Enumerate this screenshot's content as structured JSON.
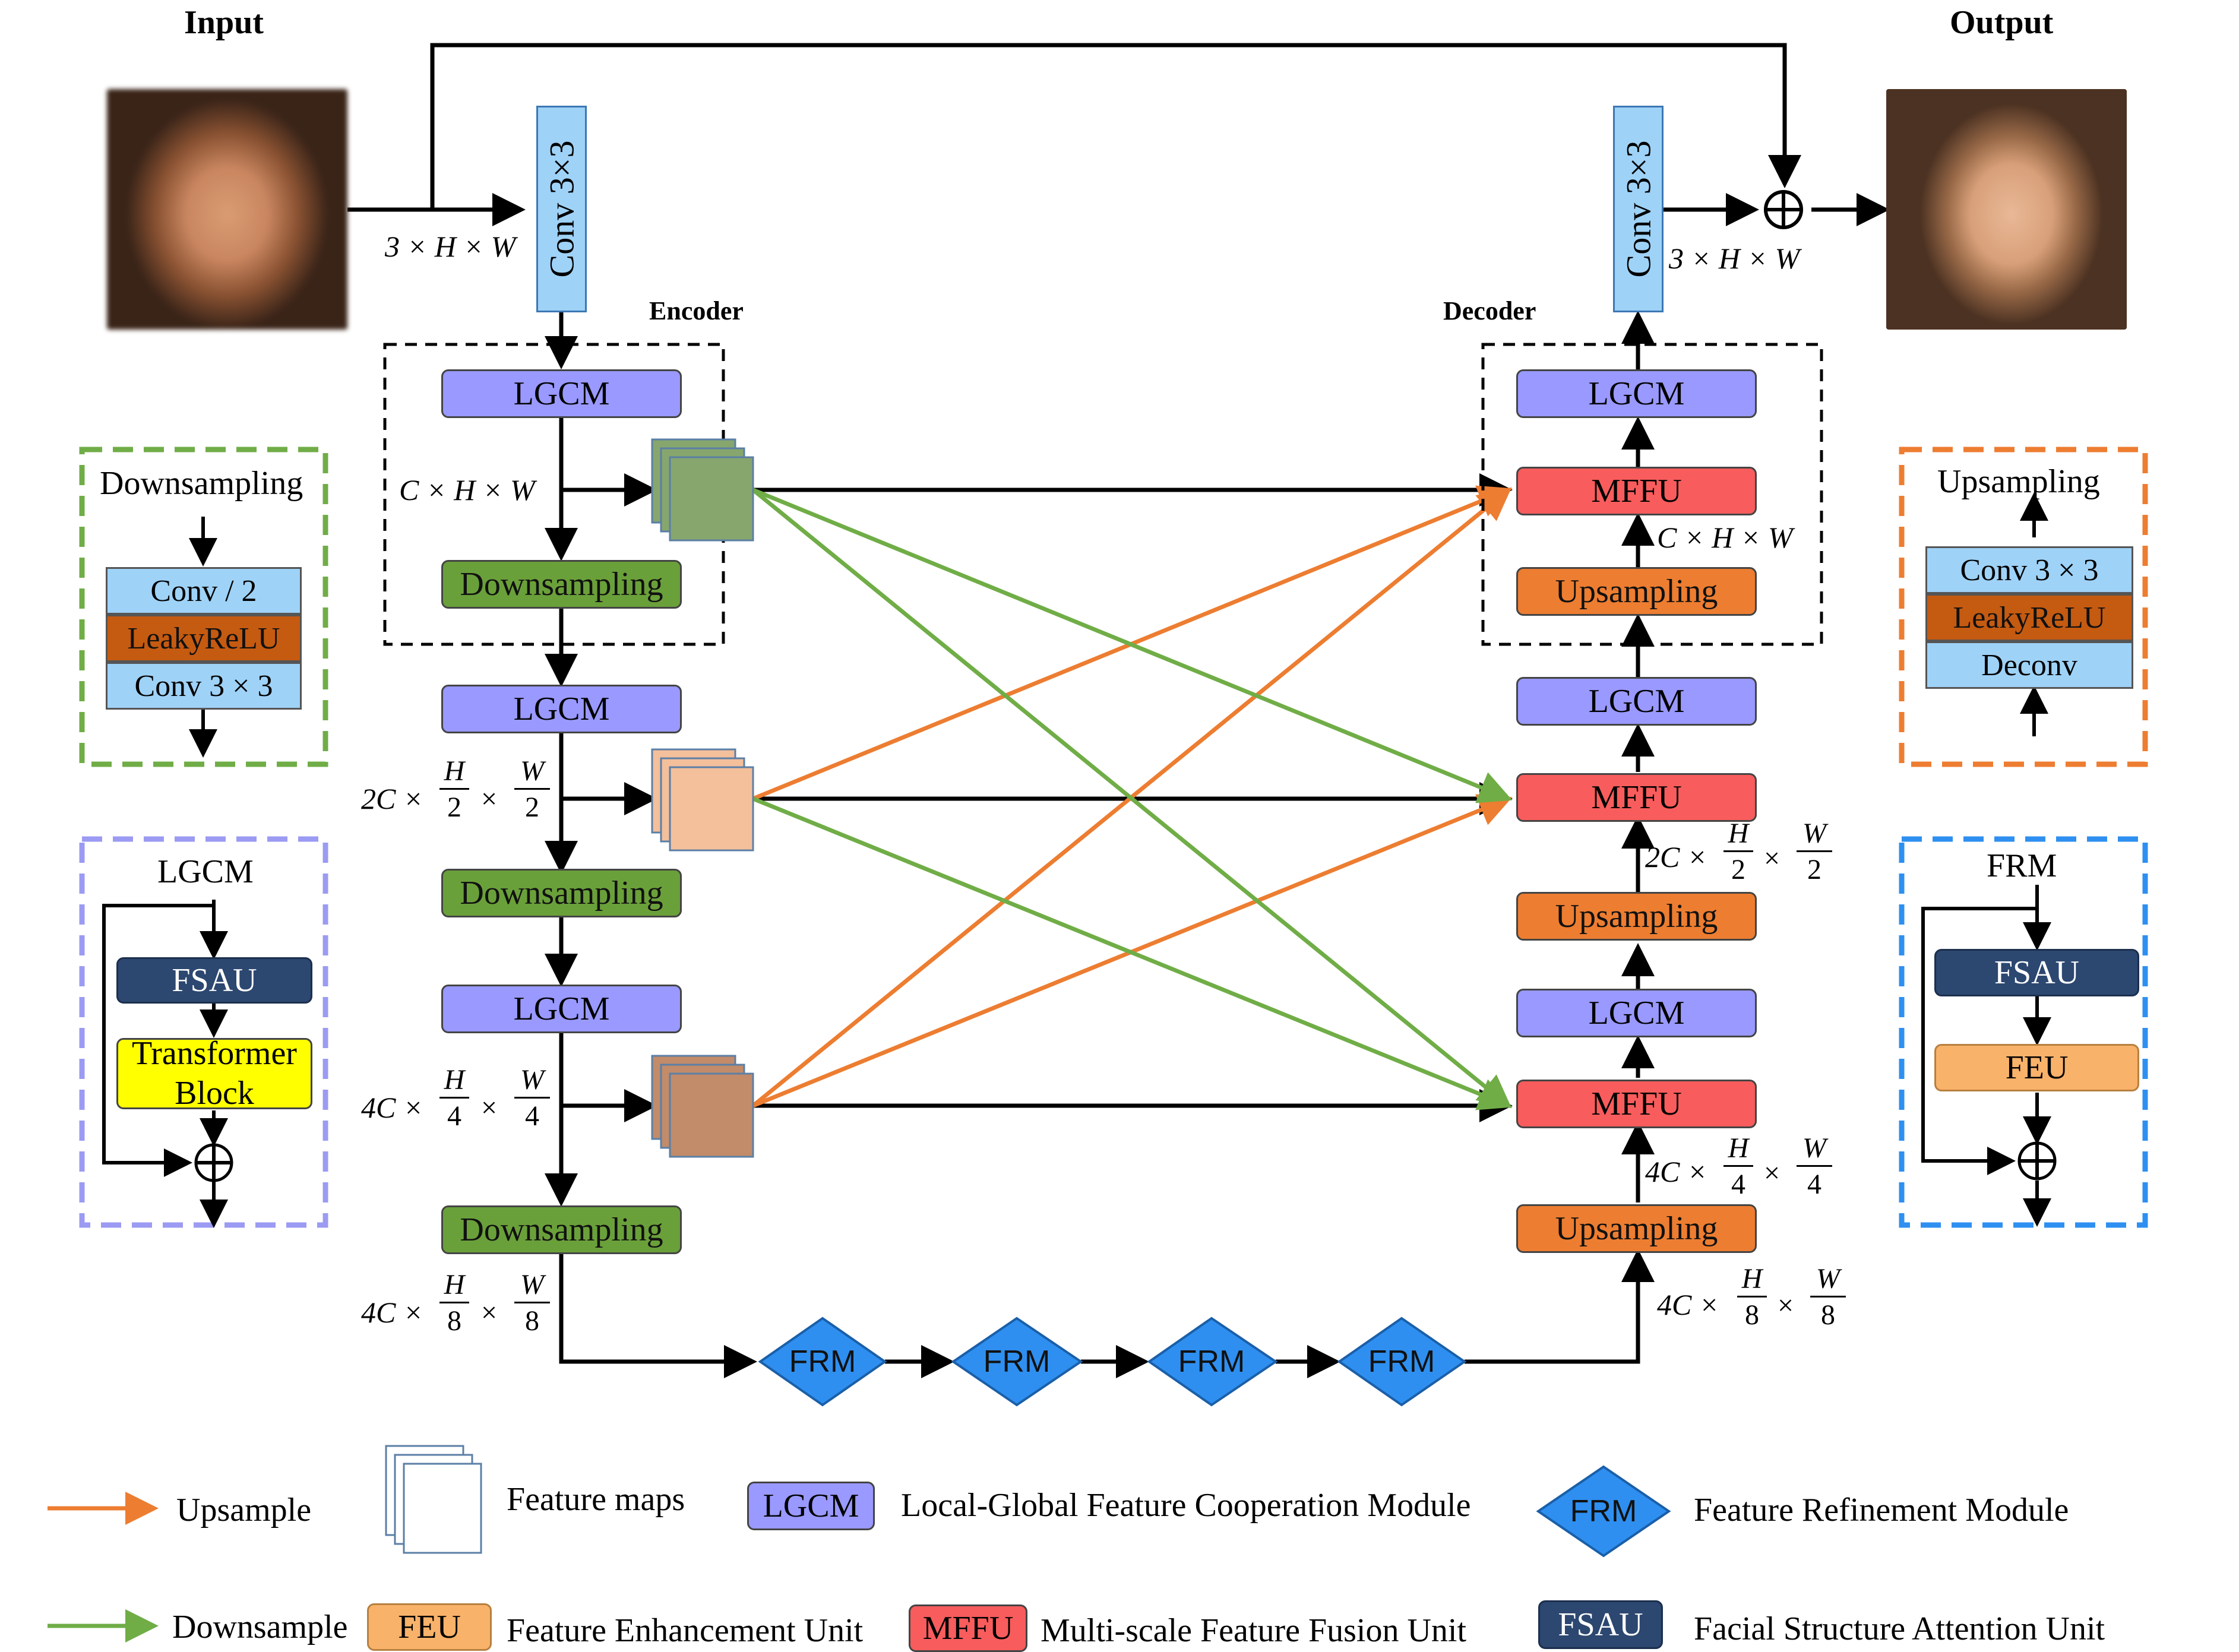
{
  "titles": {
    "input": "Input",
    "output": "Output",
    "encoder": "Encoder",
    "decoder": "Decoder"
  },
  "conv_label": "Conv  3×3",
  "labels": {
    "in_dim": "3 × H × W",
    "out_dim": "3 × H × W",
    "enc_c": "C × H × W",
    "dec_c": "C × H × W",
    "two_c": "2C ×",
    "four_c": "4C ×",
    "times": "×",
    "H": "H",
    "W": "W",
    "two": "2",
    "four": "4",
    "eight": "8"
  },
  "encoder": {
    "lgcm": "LGCM",
    "downsampling": "Downsampling"
  },
  "decoder": {
    "lgcm": "LGCM",
    "mffu": "MFFU",
    "upsampling": "Upsampling"
  },
  "frm": "FRM",
  "panels": {
    "downsampling": {
      "title": "Downsampling",
      "rows": [
        "Conv / 2",
        "LeakyReLU",
        "Conv  3 × 3"
      ]
    },
    "lgcm": {
      "title": "LGCM",
      "fsau": "FSAU",
      "transformer": "Transformer Block"
    },
    "upsampling": {
      "title": "Upsampling",
      "rows": [
        "Conv  3 × 3",
        "LeakyReLU",
        "Deconv"
      ]
    },
    "frm": {
      "title": "FRM",
      "fsau": "FSAU",
      "feu": "FEU"
    }
  },
  "legend": {
    "upsample": "Upsample",
    "downsample": "Downsample",
    "feature_maps": "Feature maps",
    "lgcm_tag": "LGCM",
    "lgcm_desc": "Local-Global Feature Cooperation Module",
    "frm_tag": "FRM",
    "frm_desc": "Feature Refinement Module",
    "feu_tag": "FEU",
    "feu_desc": "Feature Enhancement Unit",
    "mffu_tag": "MFFU",
    "mffu_desc": "Multi-scale Feature Fusion Unit",
    "fsau_tag": "FSAU",
    "fsau_desc": "Facial Structure Attention Unit"
  },
  "colors": {
    "lgcm": "#9999ff",
    "downsampling": "#6aa03a",
    "upsampling": "#ed7d31",
    "mffu": "#f85c5c",
    "frm": "#2e8ff0",
    "fsau": "#2c4770",
    "feu": "#f9b26a",
    "transformer": "#ffff00",
    "conv": "#9fd2f7",
    "leaky": "#c55a11",
    "upsample_arrow": "#ed7d31",
    "downsample_arrow": "#70ad47"
  }
}
